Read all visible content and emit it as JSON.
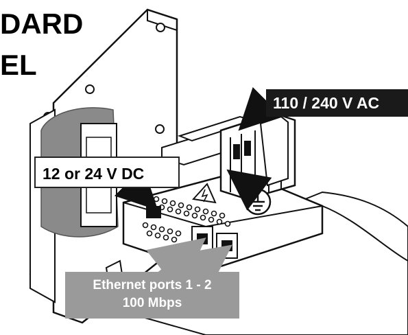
{
  "title": {
    "line1": "DARD",
    "line2": "EL"
  },
  "callouts": {
    "ac_voltage": "110 / 240 V AC",
    "dc_voltage": "12 or 24 V DC",
    "ethernet_line1": "Ethernet ports 1 - 2",
    "ethernet_line2": "100 Mbps"
  },
  "icons": {
    "ground": "ground-symbol-icon",
    "warning": "warning-triangle-icon"
  },
  "colors": {
    "ac_label_bg": "#1a1a1a",
    "ethernet_label_bg": "#9a9a9a",
    "transformer": "#8a8a8a",
    "line_art": "#111111"
  }
}
